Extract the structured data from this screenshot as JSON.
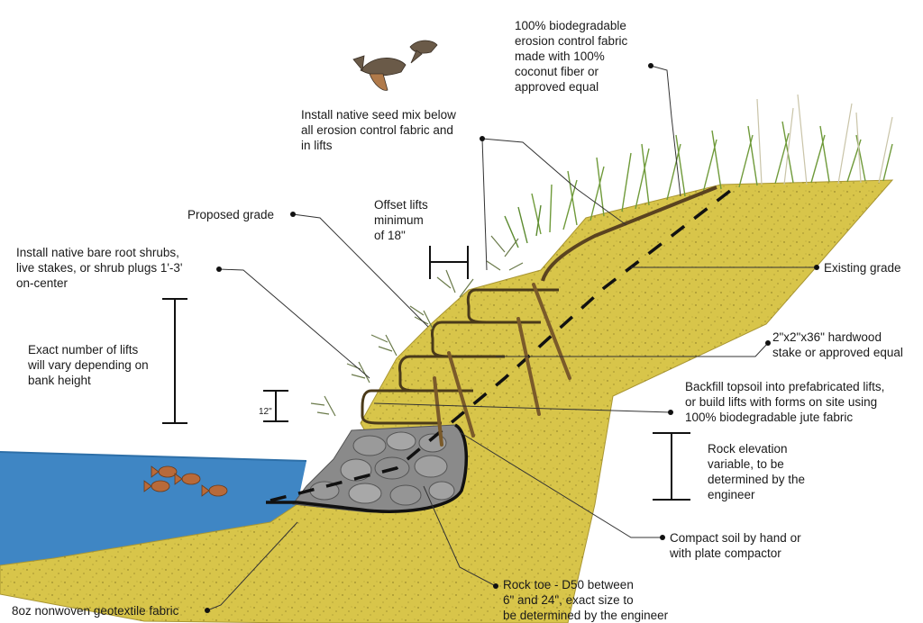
{
  "labels": {
    "fabric": "100% biodegradable\nerosion control fabric\nmade with 100%\ncoconut fiber or\napproved equal",
    "seed": "Install native seed mix below\nall erosion control fabric and\nin lifts",
    "proposed_grade": "Proposed grade",
    "offset": "Offset lifts\nminimum\nof 18\"",
    "shrubs": "Install native bare root shrubs,\nlive stakes, or shrub plugs 1'-3'\non-center",
    "existing_grade": "Existing grade",
    "lifts_number": "Exact number of lifts\nwill vary depending on\nbank height",
    "twelve": "12\"",
    "stake": "2\"x2\"x36\" hardwood\nstake or approved equal",
    "backfill": "Backfill topsoil into prefabricated lifts,\nor build lifts with forms on site using\n100% biodegradable jute fabric",
    "rock_elev": "Rock elevation\nvariable, to be\ndetermined by the\nengineer",
    "compact": "Compact soil by hand or\nwith plate compactor",
    "rock_toe": "Rock toe - D50 between\n6\" and 24\", exact size to\nbe determined by the engineer",
    "geotextile": "8oz nonwoven geotextile fabric"
  },
  "colors": {
    "soil": "#d8c54a",
    "soil_dark": "#b9a534",
    "water": "#3f86c4",
    "rock": "#8a8a8a",
    "grass": "#6f9a3a",
    "line": "#111111"
  }
}
